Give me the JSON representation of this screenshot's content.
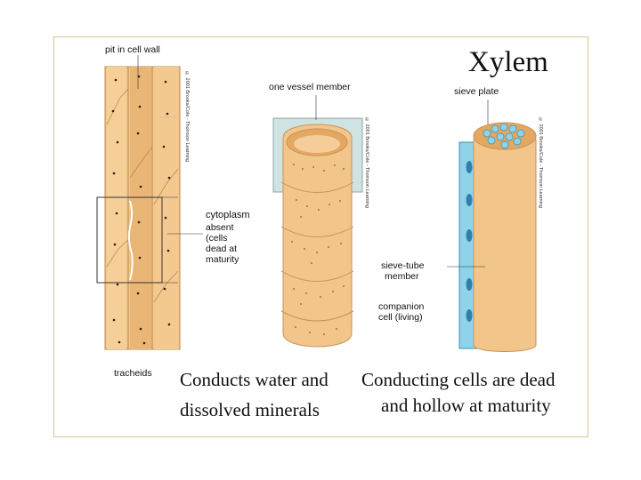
{
  "title": "Xylem",
  "labels": {
    "pit_in_cell_wall": "pit in cell wall",
    "one_vessel_member": "one vessel member",
    "sieve_plate": "sieve plate",
    "cytoplasm": "cytoplasm",
    "absent_line1": "absent",
    "absent_line2": "(cells",
    "absent_line3": "dead at",
    "absent_line4": "maturity",
    "sieve_tube_line1": "sieve-tube",
    "sieve_tube_line2": "member",
    "companion_line1": "companion",
    "companion_line2": "cell (living)",
    "tracheids": "tracheids"
  },
  "copyright": {
    "left": "© 2001 Brooks/Cole - Thomson Learning",
    "middle": "© 2001 Brooks/Cole - Thomson Learning",
    "right": "© 2001 Brooks/Cole - Thomson Learning"
  },
  "captions": {
    "left_line1": "Conducts water and",
    "left_line2": "dissolved minerals",
    "right_line1": "Conducting cells are dead",
    "right_line2": "and hollow at maturity"
  },
  "colors": {
    "cell_tan": "#f2c58a",
    "cell_dark": "#e3a862",
    "sieve_blue": "#8fd3e8",
    "companion_blue": "#45a9d6",
    "highlight_box": "#cfe3e3",
    "frame": "#d8c48e"
  }
}
